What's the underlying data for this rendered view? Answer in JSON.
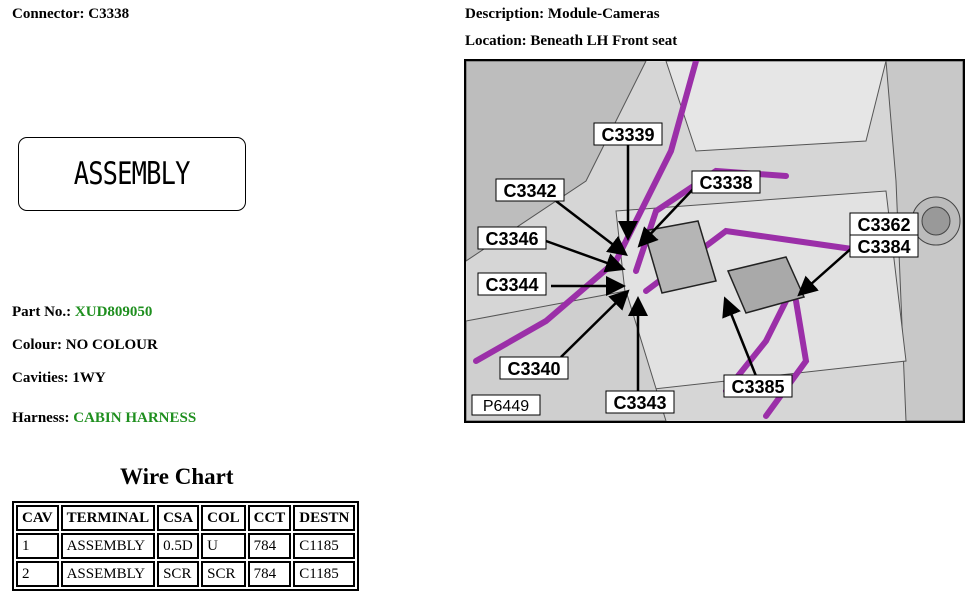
{
  "connector": {
    "label": "Connector:",
    "value": "C3338"
  },
  "description": {
    "label": "Description:",
    "value": "Module-Cameras"
  },
  "location": {
    "label": "Location:",
    "value": "Beneath LH Front seat"
  },
  "assembly_box_text": "ASSEMBLY",
  "part_no": {
    "label": "Part No.:",
    "value": "XUD809050"
  },
  "colour": {
    "label": "Colour:",
    "value": "NO COLOUR"
  },
  "cavities": {
    "label": "Cavities:",
    "value": "1WY"
  },
  "harness": {
    "label": "Harness:",
    "value": "CABIN HARNESS"
  },
  "wire_chart": {
    "title": "Wire Chart",
    "headers": [
      "CAV",
      "TERMINAL",
      "CSA",
      "COL",
      "CCT",
      "DESTN"
    ],
    "rows": [
      [
        "1",
        "ASSEMBLY",
        "0.5D",
        "U",
        "784",
        "C1185"
      ],
      [
        "2",
        "ASSEMBLY",
        "SCR",
        "SCR",
        "784",
        "C1185"
      ]
    ]
  },
  "image": {
    "ref": "P6449",
    "callouts": [
      "C3339",
      "C3342",
      "C3338",
      "C3346",
      "C3362",
      "C3384",
      "C3344",
      "C3340",
      "C3343",
      "C3385"
    ]
  },
  "colors": {
    "link_green": "#1f8f1f",
    "harness_purple": "#9b2fa8"
  }
}
